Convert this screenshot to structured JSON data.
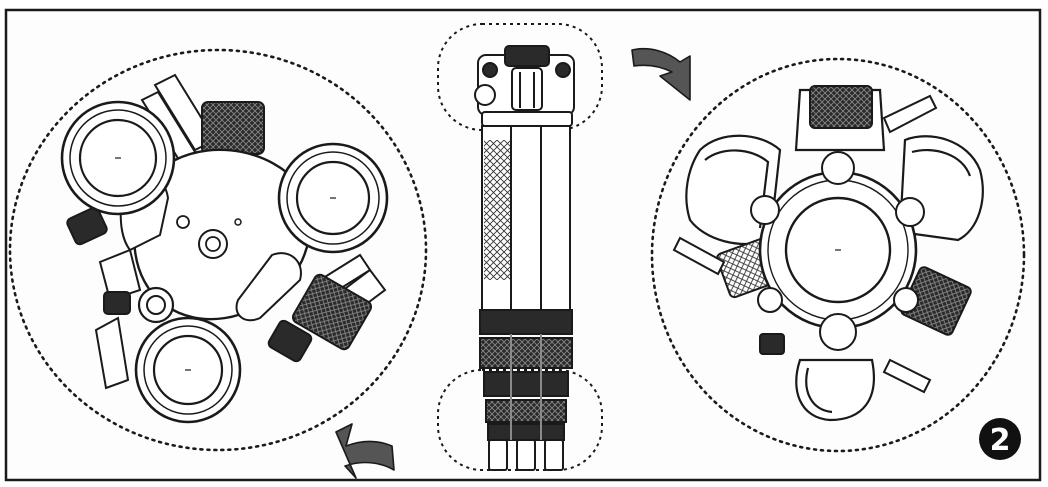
{
  "figure": {
    "step_badge": {
      "label": "2"
    },
    "colors": {
      "ink": "#1a1a1a",
      "paper": "#ffffff",
      "frame_bg": "#fdfdfd",
      "grey_fill": "#e9e9e9",
      "dark_fill": "#2a2a2a",
      "arrow_fill": "#555555"
    },
    "panels": [
      {
        "id": "left",
        "content": "tripod-bottom-view-legs-spread"
      },
      {
        "id": "center",
        "content": "tripod-folded-side-view"
      },
      {
        "id": "right",
        "content": "tripod-top-view-legs-folded"
      }
    ],
    "icons": [
      "rotate-arrow-icon",
      "dotted-circle-highlight",
      "number-badge"
    ]
  }
}
